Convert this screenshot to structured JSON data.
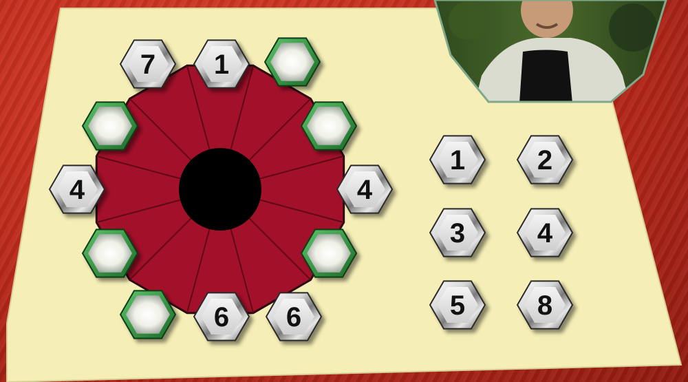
{
  "colors": {
    "background_red": "#c22b1c",
    "paper": "#f5eeb6",
    "wheel_red": "#a3102a",
    "hub_black": "#000000",
    "empty_slot_green": "#2e8b3a"
  },
  "board": {
    "ring_slots": [
      {
        "id": "top-left",
        "value": "7",
        "empty": false
      },
      {
        "id": "top-center",
        "value": "1",
        "empty": false
      },
      {
        "id": "top-right",
        "value": "",
        "empty": true
      },
      {
        "id": "upper-right",
        "value": "",
        "empty": true
      },
      {
        "id": "right",
        "value": "4",
        "empty": false
      },
      {
        "id": "lower-right",
        "value": "",
        "empty": true
      },
      {
        "id": "bottom-right",
        "value": "6",
        "empty": false
      },
      {
        "id": "bottom-center",
        "value": "6",
        "empty": false
      },
      {
        "id": "bottom-left",
        "value": "",
        "empty": true
      },
      {
        "id": "lower-left",
        "value": "",
        "empty": true
      },
      {
        "id": "left",
        "value": "4",
        "empty": false
      },
      {
        "id": "upper-left",
        "value": "",
        "empty": true
      }
    ]
  },
  "tray": {
    "tiles": [
      "1",
      "2",
      "3",
      "4",
      "5",
      "8"
    ]
  },
  "portrait": {
    "icon": "person-photo"
  }
}
